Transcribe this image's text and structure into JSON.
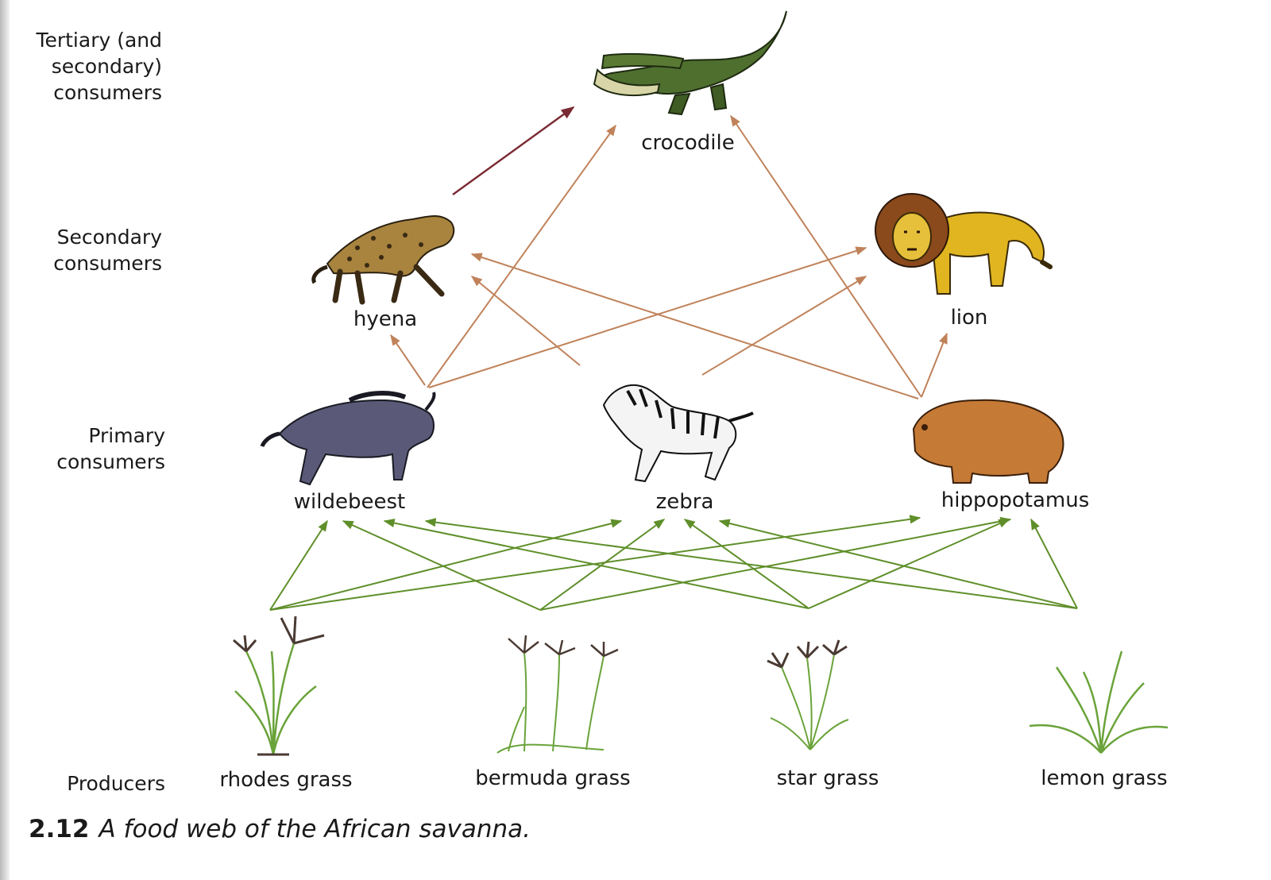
{
  "levels": [
    {
      "id": "tertiary",
      "label": "Tertiary (and\nsecondary)\nconsumers"
    },
    {
      "id": "secondary",
      "label": "Secondary\nconsumers"
    },
    {
      "id": "primary",
      "label": "Primary\nconsumers"
    },
    {
      "id": "producers",
      "label": "Producers"
    }
  ],
  "organisms": {
    "crocodile": "crocodile",
    "hyena": "hyena",
    "lion": "lion",
    "wildebeest": "wildebeest",
    "zebra": "zebra",
    "hippopotamus": "hippopotamus",
    "rhodes_grass": "rhodes grass",
    "bermuda_grass": "bermuda grass",
    "star_grass": "star grass",
    "lemon_grass": "lemon grass"
  },
  "caption": {
    "number": "2.12",
    "text": "A food web of the African savanna."
  },
  "links": [
    {
      "from": "hyena",
      "to": "crocodile"
    },
    {
      "from": "wildebeest",
      "to": "crocodile"
    },
    {
      "from": "wildebeest",
      "to": "hyena"
    },
    {
      "from": "wildebeest",
      "to": "lion"
    },
    {
      "from": "zebra",
      "to": "hyena"
    },
    {
      "from": "zebra",
      "to": "lion"
    },
    {
      "from": "hippopotamus",
      "to": "crocodile"
    },
    {
      "from": "hippopotamus",
      "to": "hyena"
    },
    {
      "from": "hippopotamus",
      "to": "lion"
    },
    {
      "from": "rhodes_grass",
      "to": "wildebeest"
    },
    {
      "from": "rhodes_grass",
      "to": "zebra"
    },
    {
      "from": "rhodes_grass",
      "to": "hippopotamus"
    },
    {
      "from": "bermuda_grass",
      "to": "wildebeest"
    },
    {
      "from": "bermuda_grass",
      "to": "zebra"
    },
    {
      "from": "bermuda_grass",
      "to": "hippopotamus"
    },
    {
      "from": "star_grass",
      "to": "wildebeest"
    },
    {
      "from": "star_grass",
      "to": "zebra"
    },
    {
      "from": "star_grass",
      "to": "hippopotamus"
    },
    {
      "from": "lemon_grass",
      "to": "wildebeest"
    },
    {
      "from": "lemon_grass",
      "to": "zebra"
    },
    {
      "from": "lemon_grass",
      "to": "hippopotamus"
    }
  ],
  "colors": {
    "hyena_to_crocodile": "#7a2a32",
    "consumer_arrow": "#c0825a",
    "producer_arrow": "#5f8f2a",
    "grass": "#6aa33a",
    "grass_head": "#4a3a33"
  }
}
